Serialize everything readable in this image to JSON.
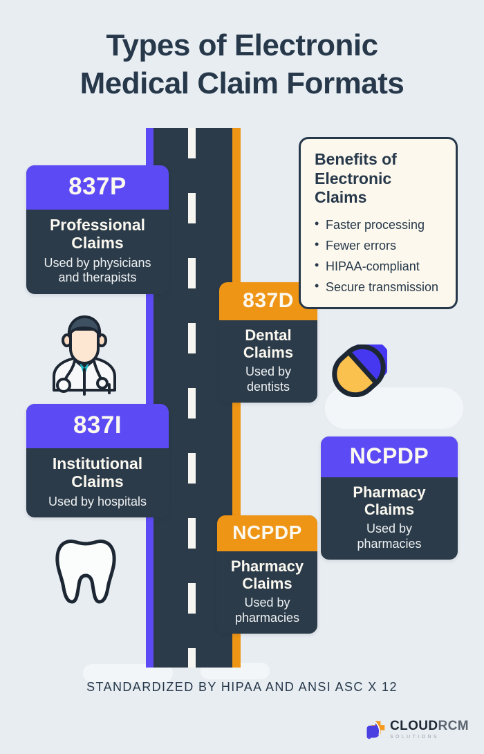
{
  "background_color": "#e8edf2",
  "title": {
    "line1": "Types of Electronic",
    "line2": "Medical Claim Formats"
  },
  "colors": {
    "dark_navy": "#2b3b49",
    "purple": "#5c4bf5",
    "orange": "#ef9515",
    "cream": "#fcf8ed",
    "text_light": "#fbf8f0"
  },
  "road": {
    "left_stripe_color": "#5c4bf5",
    "right_stripe_color": "#ef9515",
    "surface_color": "#2b3b49",
    "dash_color": "#f7f5ef"
  },
  "cards": {
    "professional": {
      "badge": "837P",
      "badge_color": "purple",
      "title_line1": "Professional",
      "title_line2": "Claims",
      "desc_line1": "Used by physicians",
      "desc_line2": "and therapists"
    },
    "dental": {
      "badge": "837D",
      "badge_color": "orange",
      "title_line1": "Dental",
      "title_line2": "Claims",
      "desc_line1": "Used by",
      "desc_line2": "dentists"
    },
    "institutional": {
      "badge": "837I",
      "badge_color": "purple",
      "title_line1": "Institutional",
      "title_line2": "Claims",
      "desc_line1": "Used by hospitals",
      "desc_line2": ""
    },
    "pharmacy_right": {
      "badge": "NCPDP",
      "badge_color": "purple",
      "title_line1": "Pharmacy",
      "title_line2": "Claims",
      "desc_line1": "Used by",
      "desc_line2": "pharmacies"
    },
    "pharmacy_center": {
      "badge": "NCPDP",
      "badge_color": "orange",
      "title_line1": "Pharmacy",
      "title_line2": "Claims",
      "desc_line1": "Used by",
      "desc_line2": "pharmacies"
    }
  },
  "benefits": {
    "heading_line1": "Benefits of",
    "heading_line2": "Electronic",
    "heading_line3": "Claims",
    "items": [
      "Faster processing",
      "Fewer errors",
      "HIPAA-compliant",
      "Secure transmission"
    ]
  },
  "icons": {
    "doctor": "doctor-illustration",
    "tooth": "tooth-illustration",
    "pill": "pill-capsule-illustration"
  },
  "footer": {
    "note": "STANDARDIZED BY HIPAA AND ANSI ASC X 12",
    "logo_main_primary": "CLOUD",
    "logo_main_secondary": "RCM",
    "logo_sub": "SOLUTIONS"
  }
}
